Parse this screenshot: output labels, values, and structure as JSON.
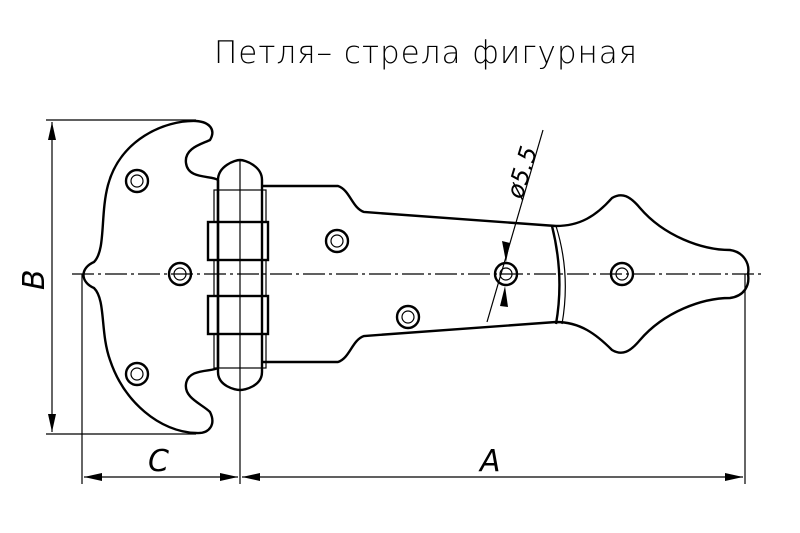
{
  "title": "Петля– стрела  фигурная",
  "dimensions": {
    "a_label": "A",
    "b_label": "B",
    "c_label": "C",
    "hole_diameter": "ø5.5"
  }
}
